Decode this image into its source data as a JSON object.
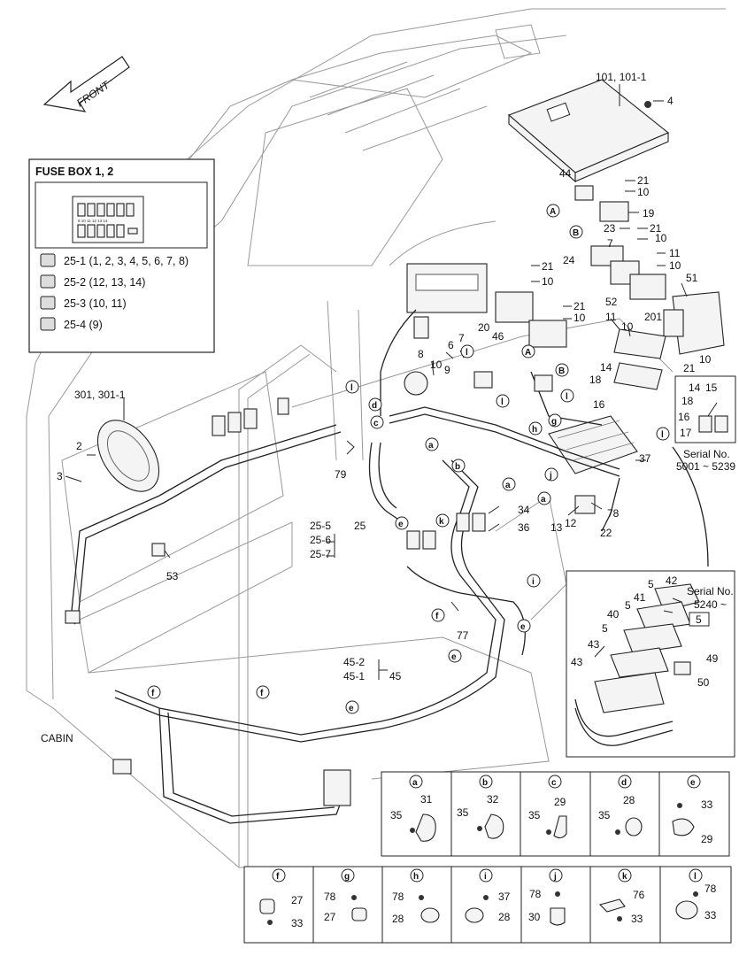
{
  "front_label": "FRONT",
  "cabin_label": "CABIN",
  "fuse_box": {
    "title": "FUSE BOX 1, 2",
    "fuse_numbers_top": "8 10 11 12 13 14",
    "fuses": [
      {
        "label": "25-1 (1, 2, 3, 4, 5, 6, 7, 8)"
      },
      {
        "label": "25-2 (12, 13, 14)"
      },
      {
        "label": "25-3 (10, 11)"
      },
      {
        "label": "25-4 (9)"
      }
    ]
  },
  "callouts": {
    "c101": "101, 101-1",
    "c4": "4",
    "c44": "44",
    "c21a": "21",
    "c10a": "10",
    "c19": "19",
    "c23": "23",
    "c21b": "21",
    "c10b": "10",
    "c7a": "7",
    "c11a": "11",
    "c10c": "10",
    "c24": "24",
    "c21c": "21",
    "c10d": "10",
    "c52": "52",
    "c51": "51",
    "c21d": "21",
    "c10e": "10",
    "c20": "20",
    "c46": "46",
    "c201": "201",
    "c11b": "11",
    "c10f": "10",
    "c21e": "21",
    "c10g": "10",
    "c8": "8",
    "c6": "6",
    "c7b": "7",
    "c10h": "10",
    "c9": "9",
    "c14a": "14",
    "c18a": "18",
    "c16a": "16",
    "c14b": "14",
    "c15": "15",
    "c18b": "18",
    "c16b": "16",
    "c17": "17",
    "serial_a": "Serial No.",
    "serial_a_range": "5001 ~ 5239",
    "c301": "301, 301-1",
    "c2": "2",
    "c3": "3",
    "c79": "79",
    "c37": "37",
    "c34": "34",
    "c36": "36",
    "c13": "13",
    "c12": "12",
    "c78": "78",
    "c22": "22",
    "c25": "25",
    "c25_5": "25-5",
    "c25_6": "25-6",
    "c25_7": "25-7",
    "c53": "53",
    "c77": "77",
    "c45_2": "45-2",
    "c45_1": "45-1",
    "c45": "45",
    "c42": "42",
    "c5a": "5",
    "c41": "41",
    "c5b": "5",
    "c40": "40",
    "c5c": "5",
    "serial_b": "Serial No.",
    "serial_b_range": "5240 ~",
    "serial_b_box": "5",
    "c43a": "43",
    "c49": "49",
    "c43b": "43",
    "c50": "50"
  },
  "circle_letters": {
    "A": "A",
    "B": "B",
    "a": "a",
    "b": "b",
    "c": "c",
    "d": "d",
    "e": "e",
    "f": "f",
    "g": "g",
    "h": "h",
    "i": "i",
    "j": "j",
    "k": "k",
    "l": "l"
  },
  "detail_row1": [
    {
      "letter": "a",
      "n1": "35",
      "n2": "31"
    },
    {
      "letter": "b",
      "n1": "35",
      "n2": "32"
    },
    {
      "letter": "c",
      "n1": "35",
      "n2": "29"
    },
    {
      "letter": "d",
      "n1": "35",
      "n2": "28"
    },
    {
      "letter": "e",
      "n1": "33",
      "n2": "29"
    }
  ],
  "detail_row2": [
    {
      "letter": "f",
      "n1": "27",
      "n2": "33"
    },
    {
      "letter": "g",
      "n1": "78",
      "n2": "27"
    },
    {
      "letter": "h",
      "n1": "78",
      "n2": "28"
    },
    {
      "letter": "i",
      "n1": "37",
      "n2": "28"
    },
    {
      "letter": "j",
      "n1": "78",
      "n2": "30"
    },
    {
      "letter": "k",
      "n1": "76",
      "n2": "33"
    },
    {
      "letter": "l",
      "n1": "78",
      "n2": "33"
    }
  ]
}
